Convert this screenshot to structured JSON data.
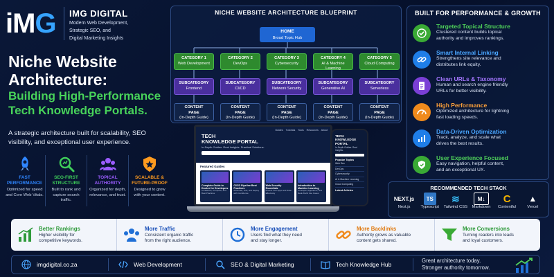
{
  "brand": {
    "logo_main": "iM",
    "logo_accent": "G",
    "name": "IMG DIGITAL",
    "tagline_1": "Modern Web Development,",
    "tagline_2": "Strategic SEO, and",
    "tagline_3": "Digital Marketing Insights"
  },
  "headline": {
    "line1": "Niche Website",
    "line2": "Architecture:",
    "line3": "Building High-Performance",
    "line4": "Tech Knowledge Portals.",
    "description": "A strategic architecture built for scalability, SEO visibility, and exceptional user experience."
  },
  "features": [
    {
      "title_1": "FAST",
      "title_2": "PERFORMANCE",
      "desc": "Optimized for speed and Core Web Vitals.",
      "color": "#2f86ff"
    },
    {
      "title_1": "SEO-FIRST",
      "title_2": "STRUCTURE",
      "desc": "Built to rank and capture search traffic.",
      "color": "#3fce5a"
    },
    {
      "title_1": "TOPICAL",
      "title_2": "AUTHORITY",
      "desc": "Organized for depth, relevance, and trust.",
      "color": "#9b5cff"
    },
    {
      "title_1": "SCALABLE &",
      "title_2": "FUTURE-PROOF",
      "desc": "Designed to grow with your content.",
      "color": "#ff9b1f"
    }
  ],
  "blueprint": {
    "title": "NICHE WEBSITE ARCHITECTURE BLUEPRINT",
    "home_title": "HOME",
    "home_sub": "Broad Topic Hub",
    "categories": [
      {
        "title": "CATEGORY 1",
        "sub": "Web Development"
      },
      {
        "title": "CATEGORY 2",
        "sub": "DevOps"
      },
      {
        "title": "CATEGORY 3",
        "sub": "Cybersecurity"
      },
      {
        "title": "CATEGORY 4",
        "sub": "AI & Machine Learning"
      },
      {
        "title": "CATEGORY 5",
        "sub": "Cloud Computing"
      }
    ],
    "subcategories": [
      {
        "title": "SUBCATEGORY",
        "sub": "Frontend"
      },
      {
        "title": "SUBCATEGORY",
        "sub": "CI/CD"
      },
      {
        "title": "SUBCATEGORY",
        "sub": "Network Security"
      },
      {
        "title": "SUBCATEGORY",
        "sub": "Generative AI"
      },
      {
        "title": "SUBCATEGORY",
        "sub": "Serverless"
      }
    ],
    "content_title_1": "CONTENT",
    "content_title_2": "PAGE",
    "content_sub": "(In-Depth Guide)"
  },
  "benefits": {
    "title": "BUILT FOR PERFORMANCE & GROWTH",
    "items": [
      {
        "title": "Targeted Topical Structure",
        "desc_1": "Clustered content builds topical",
        "desc_2": "authority and improves rankings.",
        "color": "#3aaa35"
      },
      {
        "title": "Smart Internal Linking",
        "desc_1": "Strengthens site relevance and",
        "desc_2": "distributes link equity.",
        "color": "#1f7ee8"
      },
      {
        "title": "Clean URLs & Taxonomy",
        "desc_1": "Human and search engine friendly",
        "desc_2": "URLs for better visibility.",
        "color": "#7b3fd6"
      },
      {
        "title": "High Performance",
        "desc_1": "Optimized architecture for lightning",
        "desc_2": "fast loading speeds.",
        "color": "#f08a1c"
      },
      {
        "title": "Data-Driven Optimization",
        "desc_1": "Track, analyze, and scale what",
        "desc_2": "drives the best results.",
        "color": "#1f7ee8"
      },
      {
        "title": "User Experience Focused",
        "desc_1": "Easy navigation, helpful content,",
        "desc_2": "and an exceptional UX.",
        "color": "#3aaa35"
      }
    ]
  },
  "laptop": {
    "nav": "Guides Tutorials Tools Resources About",
    "title_1": "TECH",
    "title_2": "KNOWLEDGE PORTAL",
    "subtitle": "In-Depth Guides. Real Insights. Practical Solutions.",
    "featured": "Featured Guides",
    "cards": [
      {
        "title": "Complete Guide to Docker for Developers",
        "desc": "Containers, Compose, and Best Practices"
      },
      {
        "title": "CI/CD Pipeline Best Practices",
        "desc": "Automate, Test, and Deploy with Confidence"
      },
      {
        "title": "Web Security Essentials",
        "desc": "Protect Your Apps and Data Effectively"
      },
      {
        "title": "Introduction to Machine Learning",
        "desc": "Concepts, Algorithms, and Real-World Use Cases"
      }
    ]
  },
  "phone": {
    "title_1": "TECH",
    "title_2": "KNOWLEDGE PORTAL",
    "subtitle": "In-Depth Guides. Real Insights.",
    "popular": "Popular Topics",
    "topics": [
      "Web Dev",
      "DevOps",
      "Cybersecurity",
      "AI & Machine Learning",
      "Cloud Computing"
    ],
    "latest": "Latest Articles"
  },
  "stack": {
    "title": "RECOMMENDED TECH STACK",
    "items": [
      {
        "icon": "NEXT.js",
        "label": "Next.js",
        "color": "#ffffff"
      },
      {
        "icon": "TS",
        "label": "Typescript",
        "color": "#3178c6"
      },
      {
        "icon": "≋",
        "label": "Tailwind CSS",
        "color": "#38bdf8"
      },
      {
        "icon": "M↓",
        "label": "Markdown",
        "color": "#ffffff"
      },
      {
        "icon": "C",
        "label": "Contentful",
        "color": "#f5b400"
      },
      {
        "icon": "▲",
        "label": "Vercel",
        "color": "#ffffff"
      }
    ]
  },
  "results": [
    {
      "title": "Better Rankings",
      "desc_1": "Higher visibility for",
      "desc_2": "competitive keywords.",
      "color": "#2e9a3a"
    },
    {
      "title": "More Traffic",
      "desc_1": "Consistent organic traffic",
      "desc_2": "from the right audience.",
      "color": "#1f6fd6"
    },
    {
      "title": "More Engagement",
      "desc_1": "Users find what they need",
      "desc_2": "and stay longer.",
      "color": "#1f6fd6"
    },
    {
      "title": "More Backlinks",
      "desc_1": "Authority grows as valuable",
      "desc_2": "content gets shared.",
      "color": "#f08a1c"
    },
    {
      "title": "More Conversions",
      "desc_1": "Turning readers into leads",
      "desc_2": "and loyal customers.",
      "color": "#3aaa35"
    }
  ],
  "footer": {
    "website": "imgdigital.co.za",
    "web_dev": "Web Development",
    "seo": "SEO & Digital Marketing",
    "hub": "Tech Knowledge Hub",
    "tagline_1": "Great architecture today.",
    "tagline_2": "Stronger authority tomorrow."
  }
}
